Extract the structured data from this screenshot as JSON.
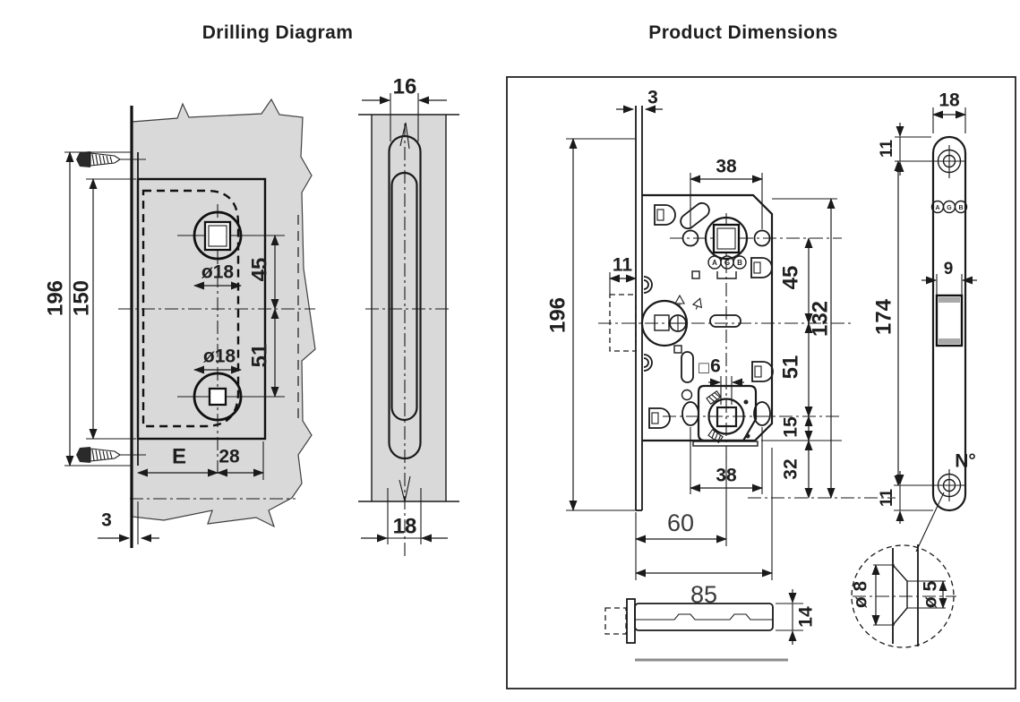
{
  "titles": {
    "left": "Drilling Diagram",
    "right": "Product Dimensions"
  },
  "colors": {
    "line": "#1a1a1a",
    "door": "#d9d9d9",
    "pocket": "#bdbdbd",
    "slot_outer": "#f2f2f2",
    "slot_inner": "#b3b3b3",
    "gray_line": "#8c8c8c",
    "latch_shade": "#a9a9a9"
  },
  "drilling": {
    "overall_height": "196",
    "pocket_height": "150",
    "hole_top_dia": "ø18",
    "hole_bottom_dia": "ø18",
    "hole_top_to_center": "45",
    "center_to_hole_bottom": "51",
    "backset": "E",
    "hole_to_edge": "28",
    "plate_offset": "3",
    "slot_width_top": "16",
    "slot_width_bottom": "18"
  },
  "product": {
    "plate_thickness": "3",
    "height": "196",
    "magnet_depth": "11",
    "top_holes_span": "38",
    "square_glyph": "□",
    "square_size": "6",
    "spindle_to_center": "45",
    "span_132": "132",
    "center_to_cyl": "51",
    "cyl_to_bottom": "15",
    "bottom_offset": "32",
    "cyl_holes_span": "38",
    "backset": "60",
    "width": "85",
    "thickness": "14"
  },
  "faceplate": {
    "width": "18",
    "hole_top_offset": "11",
    "holes_span": "174",
    "latch_width": "9",
    "hole_bottom_offset": "11",
    "serial": "N°"
  },
  "countersink": {
    "outer": "ø 8",
    "inner": "ø 5"
  },
  "logo": {
    "a": "A",
    "g": "G",
    "b": "B"
  }
}
